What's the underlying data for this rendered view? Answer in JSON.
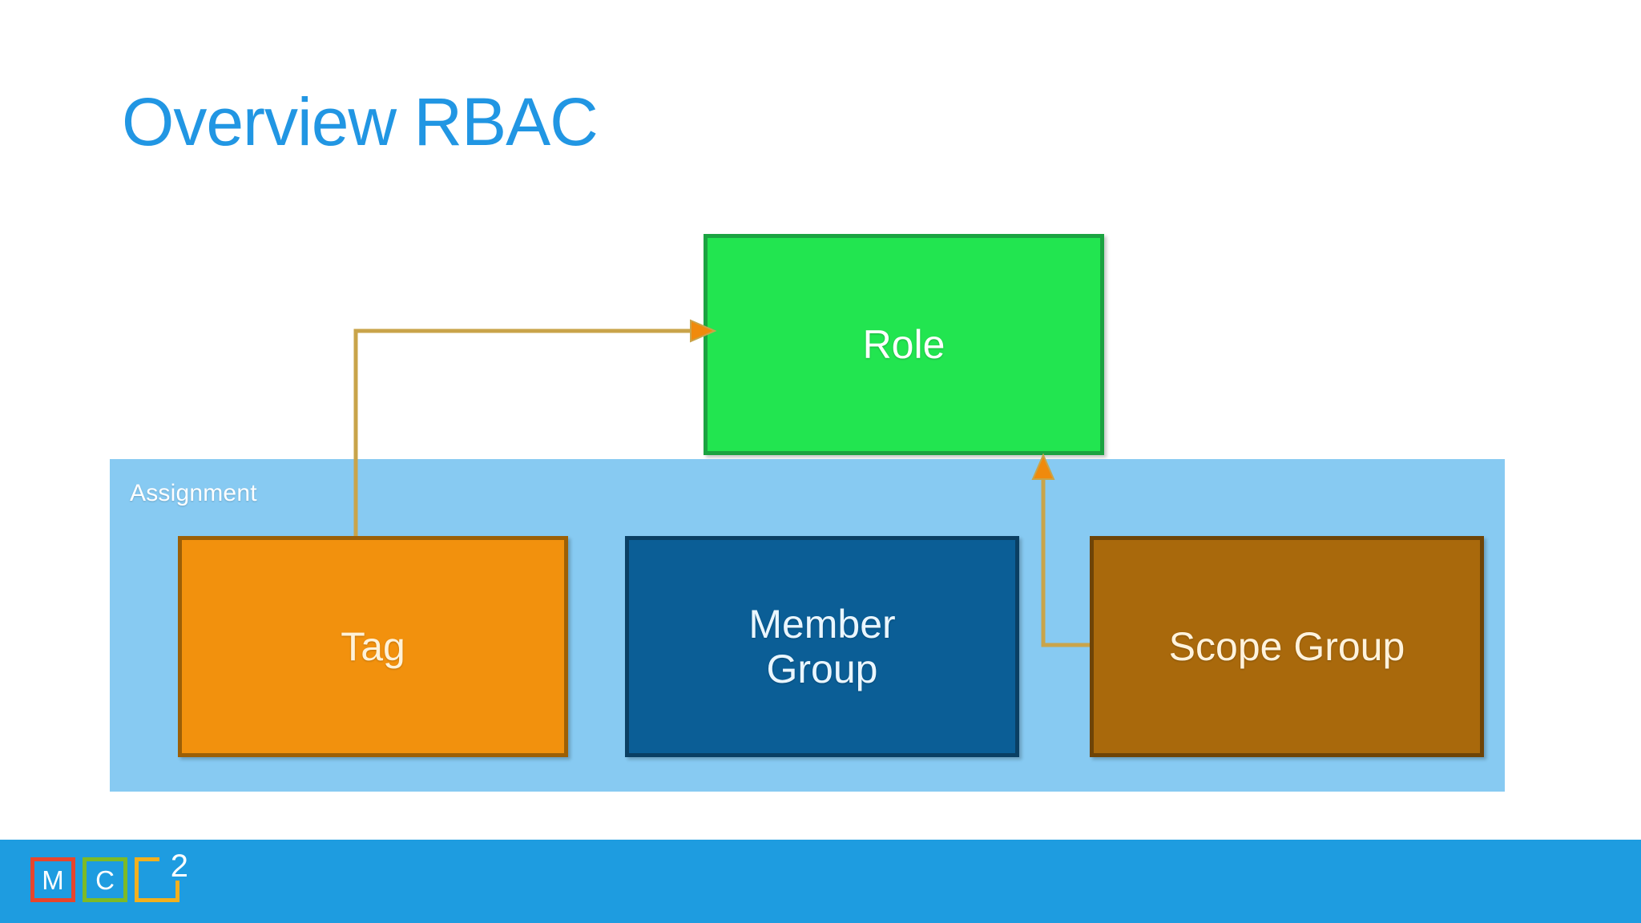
{
  "slide": {
    "title": "Overview RBAC",
    "background": "#ffffff",
    "title_color": "#2196E3"
  },
  "diagram": {
    "container": {
      "label": "Assignment",
      "fill": "#87CAF2",
      "label_color": "#ffffff"
    },
    "nodes": [
      {
        "id": "role",
        "label": "Role",
        "fill": "#22E550",
        "border": "#1BA341",
        "text_color": "#FFFFFF"
      },
      {
        "id": "tag",
        "label": "Tag",
        "fill": "#F2910D",
        "border": "#9C5F06",
        "text_color": "#FFF2D8"
      },
      {
        "id": "member_group",
        "label_line1": "Member",
        "label_line2": "Group",
        "fill": "#0B5E96",
        "border": "#0A3F63",
        "text_color": "#EAF6FF"
      },
      {
        "id": "scope_group",
        "label": "Scope Group",
        "fill": "#A9690C",
        "border": "#6E4407",
        "text_color": "#FFF3DD"
      }
    ],
    "connectors": [
      {
        "id": "tag-to-role",
        "from": "tag",
        "to": "role",
        "color": "#C9A44A",
        "arrow_color": "#F08A0C",
        "style": "elbow-up-right"
      },
      {
        "id": "scope-group-to-role",
        "from": "scope_group",
        "to": "role",
        "color": "#C9A44A",
        "arrow_color": "#F08A0C",
        "style": "elbow-left-up"
      }
    ]
  },
  "footer": {
    "banner_color": "#1E9CE0",
    "logo": {
      "tiles": [
        {
          "letter": "M",
          "border_color": "#E8452C"
        },
        {
          "letter": "C",
          "border_color": "#7DBA26"
        },
        {
          "letter": "",
          "border_color": "#F2B01E"
        }
      ],
      "superscript": "2"
    }
  }
}
